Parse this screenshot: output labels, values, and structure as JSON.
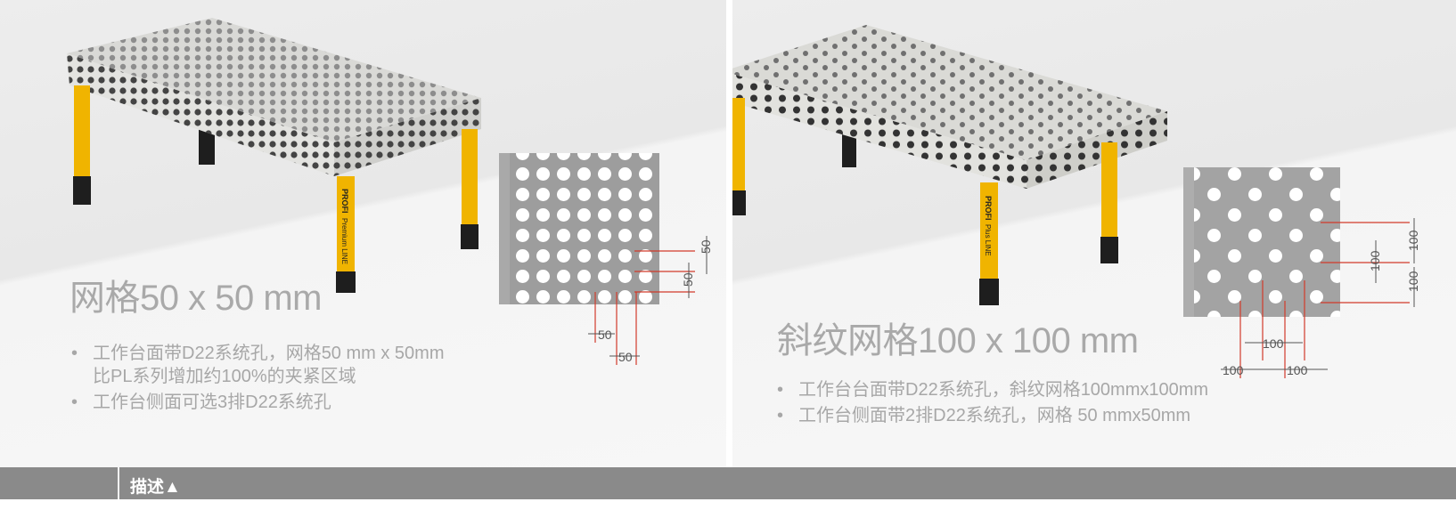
{
  "left": {
    "title": "网格50 x 50 mm",
    "bullets": [
      [
        "工作台面带D22系统孔，网格50 mm x 50mm",
        "比PL系列增加约100%的夹紧区域"
      ],
      [
        "工作台侧面可选3排D22系统孔"
      ]
    ],
    "leg_label_line1": "PROFI",
    "leg_label_line2": "Premium LINE",
    "dimensions": [
      "50",
      "50",
      "50",
      "50"
    ]
  },
  "right": {
    "title": "斜纹网格100 x 100 mm",
    "bullets": [
      [
        "工作台台面带D22系统孔，斜纹网格100mmx100mm"
      ],
      [
        "工作台侧面带2排D22系统孔，网格 50 mmx50mm"
      ]
    ],
    "leg_label_line1": "PROFI",
    "leg_label_line2": "Plus LINE",
    "dimensions": [
      "100",
      "100",
      "100",
      "100",
      "100",
      "100"
    ]
  },
  "footer": {
    "label": "描述▲"
  },
  "colors": {
    "leg": "#f0b400",
    "foot": "#1e1e1e",
    "tabletop": "#d9d9d6",
    "hole": "#3a3a3a",
    "footer": "#8a8a8a",
    "text": "#a9a9a9",
    "dim_line": "#d23a2a"
  }
}
